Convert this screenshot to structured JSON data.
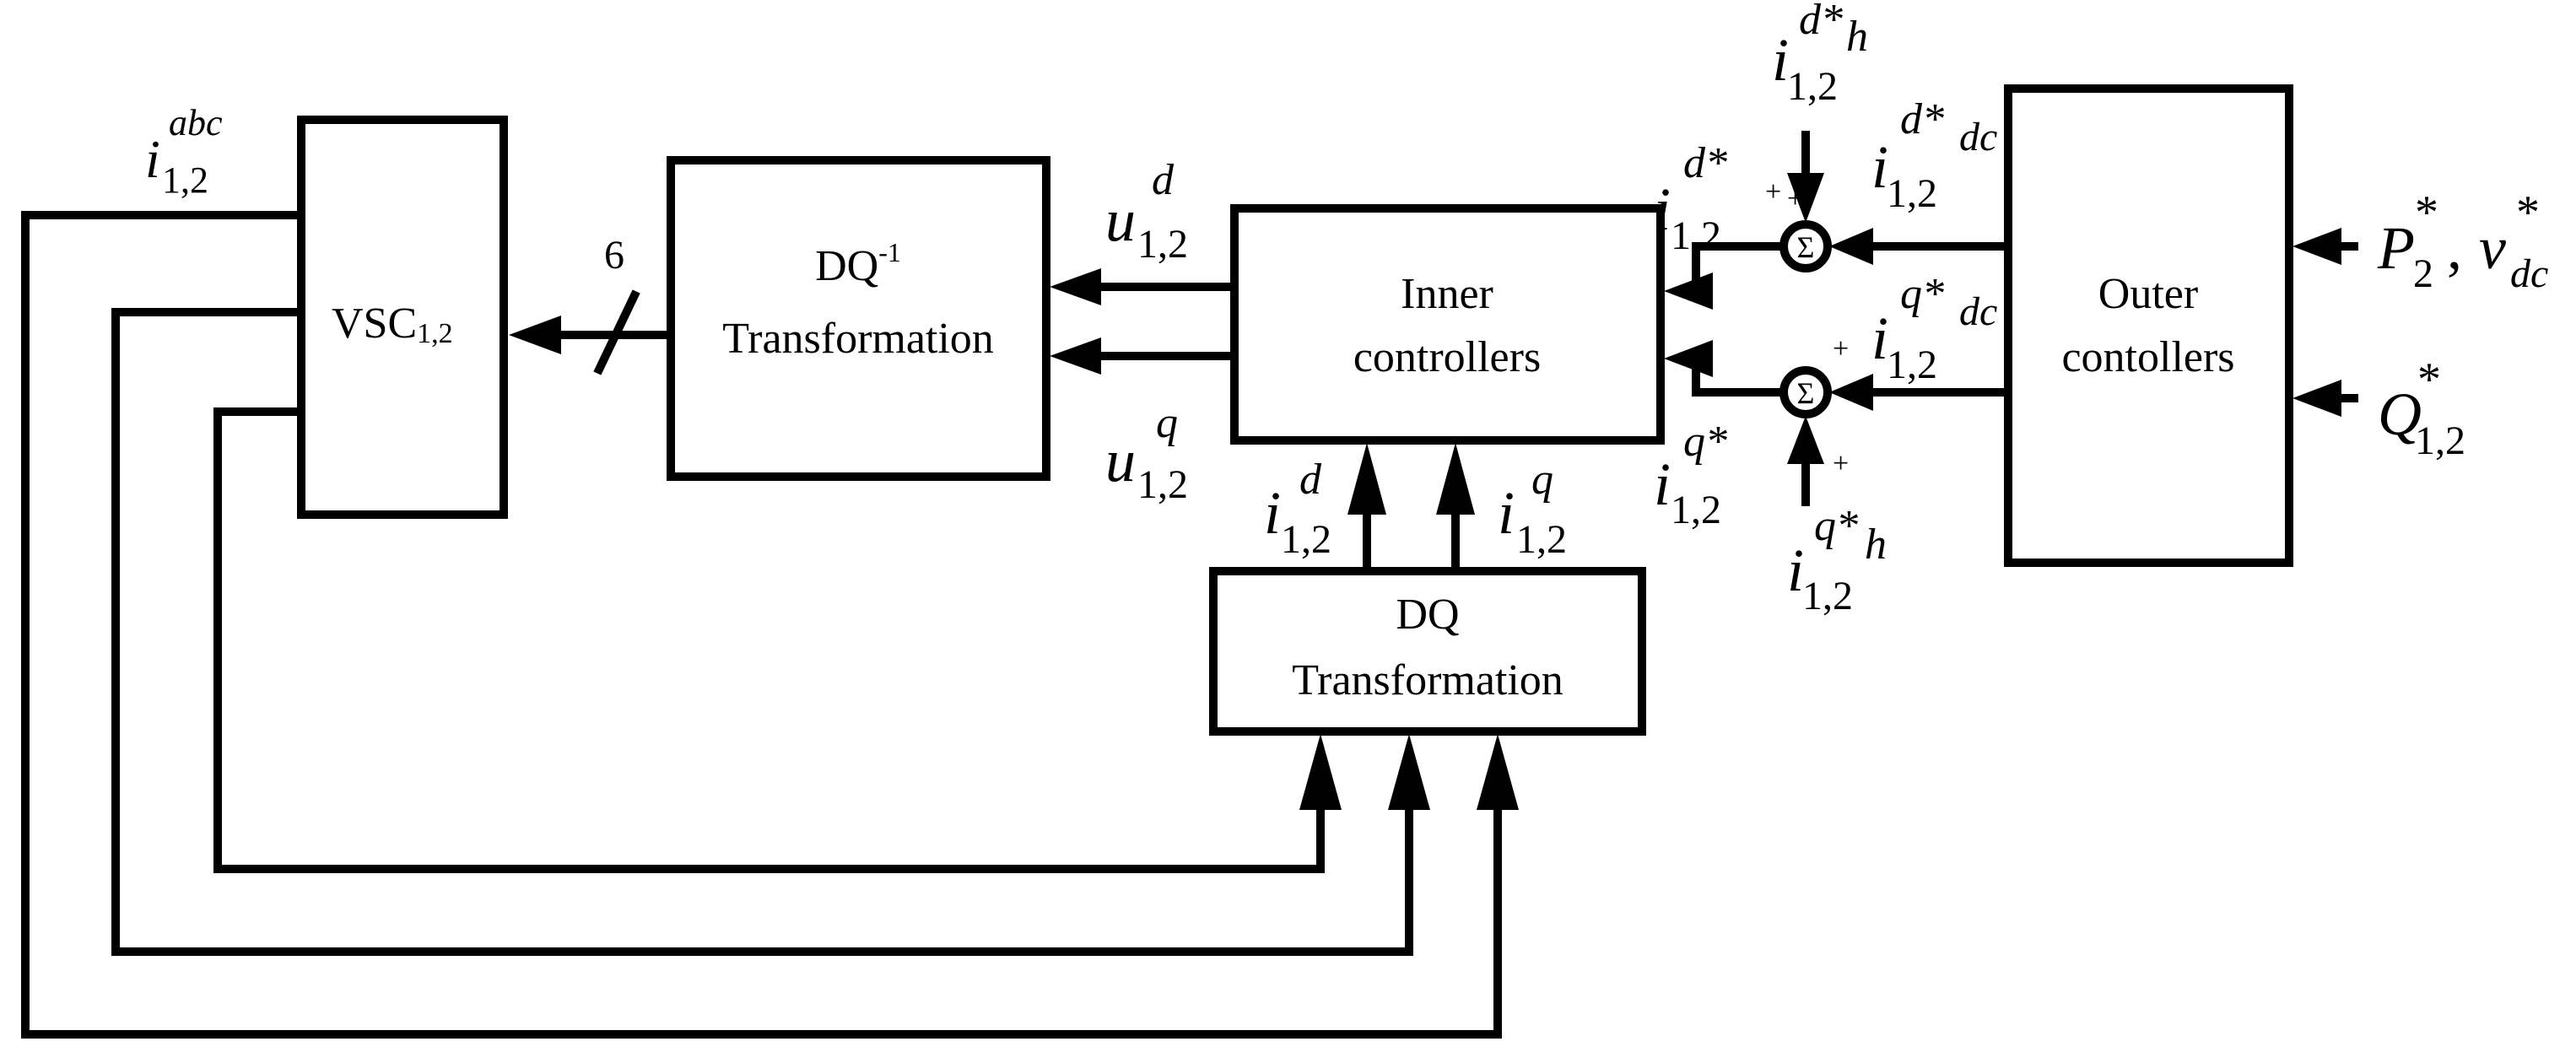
{
  "blocks": {
    "vsc": {
      "main": "VSC",
      "sub": "1,2"
    },
    "dq_inv": {
      "line1_main": "DQ",
      "line1_sup": "-1",
      "line2": "Transformation"
    },
    "inner": {
      "line1": "Inner",
      "line2": "controllers"
    },
    "outer": {
      "line1": "Outer",
      "line2": "contollers"
    },
    "dq": {
      "line1": "DQ",
      "line2": "Transformation"
    }
  },
  "labels": {
    "i_abc": {
      "base": "i",
      "sub": "1,2",
      "sup": "abc"
    },
    "bus_width": "6",
    "u_d": {
      "base": "u",
      "sub": "1,2",
      "sup": "d"
    },
    "u_q": {
      "base": "u",
      "sub": "1,2",
      "sup": "q"
    },
    "i_d": {
      "base": "i",
      "sub": "1,2",
      "sup": "d"
    },
    "i_q": {
      "base": "i",
      "sub": "1,2",
      "sup": "q"
    },
    "i_d_ref": {
      "base": "i",
      "sub": "1,2",
      "sup": "d*"
    },
    "i_q_ref": {
      "base": "i",
      "sub": "1,2",
      "sup": "q*"
    },
    "i_d_h": {
      "base": "i",
      "sub": "1,2",
      "sup": "d*",
      "sup2": "h"
    },
    "i_q_h": {
      "base": "i",
      "sub": "1,2",
      "sup": "q*",
      "sup2": "h"
    },
    "i_d_dc": {
      "base": "i",
      "sub": "1,2",
      "sup": "d*",
      "sup2": "dc"
    },
    "i_q_dc": {
      "base": "i",
      "sub": "1,2",
      "sup": "q*",
      "sup2": "dc"
    },
    "p_ref": {
      "base": "P",
      "sub": "2",
      "sup": "*"
    },
    "comma": ",",
    "v_dc": {
      "base": "v",
      "sub": "dc",
      "sup": "*"
    },
    "q_ref": {
      "base": "Q",
      "sub": "1,2",
      "sup": "*"
    },
    "sum_symbol": "Σ",
    "plus": "+"
  }
}
